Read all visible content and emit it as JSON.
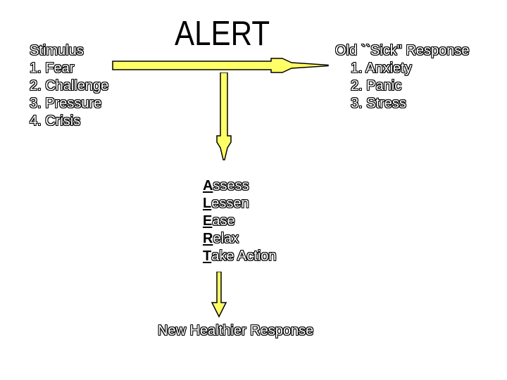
{
  "slide": {
    "title": "ALERT",
    "stimulus": {
      "heading": "Stimulus",
      "items": [
        "1. Fear",
        "2. Challenge",
        "3. Pressure",
        "4. Crisis"
      ]
    },
    "old_response": {
      "heading": "Old ``Sick\" Response",
      "items": [
        "1. Anxiety",
        "2. Panic",
        "3. Stress"
      ]
    },
    "alert_acronym": [
      {
        "lead": "A",
        "rest": "ssess"
      },
      {
        "lead": "L",
        "rest": "essen"
      },
      {
        "lead": "E",
        "rest": "ase"
      },
      {
        "lead": "R",
        "rest": "elax"
      },
      {
        "lead": "T",
        "rest": "ake Action"
      }
    ],
    "new_response": "New Healthier Response"
  },
  "icons": {
    "horizontal_arrow": "right-arrow",
    "vertical_arrow_long": "down-arrow",
    "vertical_arrow_short": "down-arrow"
  },
  "colors": {
    "arrow_fill": "#FFFF66",
    "arrow_stroke": "#000000",
    "background": "#FFFFFF",
    "title_text": "#000000"
  }
}
